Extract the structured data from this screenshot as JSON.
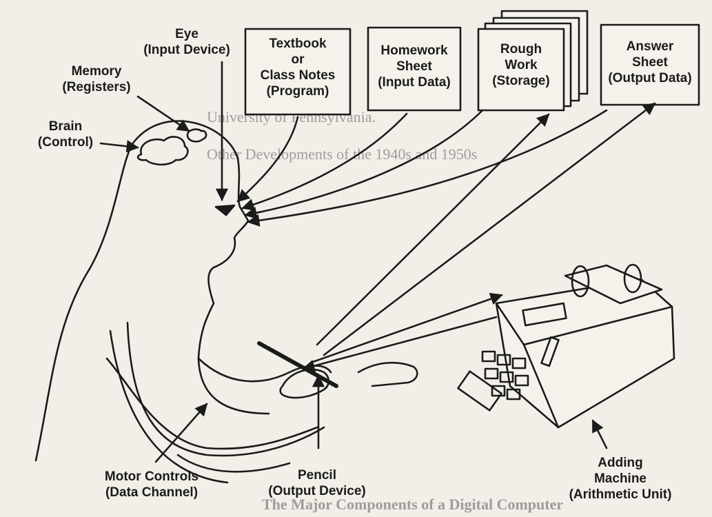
{
  "labels": {
    "eye": {
      "line1": "Eye",
      "line2": "(Input Device)"
    },
    "memory": {
      "line1": "Memory",
      "line2": "(Registers)"
    },
    "brain": {
      "line1": "Brain",
      "line2": "(Control)"
    },
    "textbook": {
      "line1": "Textbook",
      "line2": "or",
      "line3": "Class Notes",
      "line4": "(Program)"
    },
    "homework": {
      "line1": "Homework",
      "line2": "Sheet",
      "line3": "(Input Data)"
    },
    "rough_work": {
      "line1": "Rough",
      "line2": "Work",
      "line3": "(Storage)"
    },
    "answer": {
      "line1": "Answer",
      "line2": "Sheet",
      "line3": "(Output Data)"
    },
    "adding_machine": {
      "line1": "Adding",
      "line2": "Machine",
      "line3": "(Arithmetic Unit)"
    },
    "pencil": {
      "line1": "Pencil",
      "line2": "(Output Device)"
    },
    "motor": {
      "line1": "Motor Controls",
      "line2": "(Data Channel)"
    }
  },
  "background_text": {
    "line1": "University of Pennsylvania.",
    "line2": "Other Developments of the 1940s and 1950s",
    "line3": "The Major Components of a Digital Computer"
  },
  "colors": {
    "paper": "#f2efe9",
    "ink": "#1b1b1b",
    "ghost": "#5a5a5a"
  }
}
